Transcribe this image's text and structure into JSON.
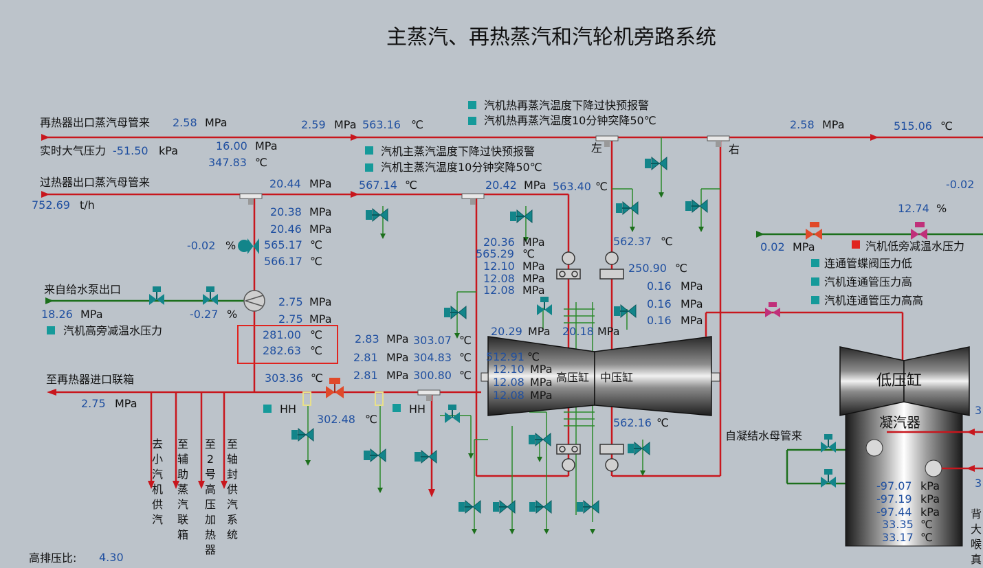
{
  "title": "主蒸汽、再热蒸汽和汽轮机旁路系统",
  "colors": {
    "background": "#bcc3ca",
    "steam_pipe": "#c8161d",
    "water_pipe": "#1c6f1c",
    "drain_pipe": "#2a8a2a",
    "value_text": "#1f4fa0",
    "alarm_teal": "#159a9a",
    "alarm_red": "#e0241f",
    "valve_teal": "#13858a",
    "valve_red": "#e04a2a",
    "valve_magenta": "#c0307a"
  },
  "icons": [
    "valve-icon",
    "pressure-reducing-valve-icon",
    "tee-header-icon",
    "pump-icon",
    "turbine-icon",
    "condenser-icon",
    "arrow-icon"
  ],
  "labels": {
    "reheat_source": "再热器出口蒸汽母管来",
    "atm_pressure": "实时大气压力",
    "superheat_source": "过热器出口蒸汽母管来",
    "feedwater_source": "来自给水泵出口",
    "to_reheater": "至再热器进口联箱",
    "condensate_source": "自凝结水母管来",
    "left": "左",
    "right": "右",
    "hp_cyl": "高压缸",
    "ip_cyl": "中压缸",
    "lp_cyl": "低压缸",
    "condenser": "凝汽器",
    "hh1": "HH",
    "hh2": "HH",
    "branch1": "去小汽机供汽",
    "branch2": "至辅助蒸汽联箱",
    "branch3": "至2号高压加热器",
    "branch4": "至轴封供汽系统",
    "ratio_label": "高排压比:",
    "ratio_value": "4.30",
    "back_pressure": "背大喉真"
  },
  "units": {
    "mpa": "MPa",
    "c": "℃",
    "kpa": "kPa",
    "th": "t/h",
    "pct": "%"
  },
  "alarms": {
    "a1": "汽机热再蒸汽温度下降过快预报警",
    "a2": "汽机热再蒸汽温度10分钟突降50℃",
    "a3": "汽机主蒸汽温度下降过快预报警",
    "a4": "汽机主蒸汽温度10分钟突降50℃",
    "a5": "汽机高旁减温水压力",
    "a6": "汽机低旁减温水压力",
    "a7": "连通管蝶阀压力低",
    "a8": "汽机连通管压力高",
    "a9": "汽机连通管压力高高"
  },
  "values": {
    "rh_src_p": "2.58",
    "atm_p": "-51.50",
    "p_16": "16.00",
    "t_347": "347.83",
    "rh_p": "2.59",
    "rh_t": "563.16",
    "rh_right_p": "2.58",
    "rh_right_t": "515.06",
    "right_edge_val": "-0.02",
    "ms_p1": "20.44",
    "ms_t1": "567.14",
    "ms_p2": "20.42",
    "ms_t2": "563.40",
    "flow": "752.69",
    "hb_p1": "20.38",
    "hb_p2": "20.46",
    "hb_t1": "565.17",
    "hb_t2": "566.17",
    "hb_pos": "-0.02",
    "fw_p": "18.26",
    "fw_pos": "-0.27",
    "hb_out_p1": "2.75",
    "hb_out_p2": "2.75",
    "hb_out_t1": "281.00",
    "hb_out_t2": "282.63",
    "crh_p1": "2.83",
    "crh_t1": "303.07",
    "crh_p2": "2.81",
    "crh_t2": "304.83",
    "crh_p3": "2.81",
    "crh_t3": "300.80",
    "crh_t": "303.36",
    "crh_out_p": "2.75",
    "crh_t4": "302.48",
    "hp_in_p1": "20.36",
    "hp_in_t": "565.29",
    "hp_p2": "12.10",
    "hp_p3": "12.08",
    "hp_p4": "12.08",
    "ip_t1": "562.37",
    "ip_t2": "250.90",
    "ip_p1": "0.16",
    "ip_p2": "0.16",
    "ip_p3": "0.16",
    "hp_stage_p1": "20.29",
    "hp_stage_p2": "20.18",
    "hp_t3": "512.91",
    "hp_p5": "12.10",
    "hp_p6": "12.08",
    "hp_p7": "12.08",
    "ip_t3": "562.16",
    "lb_pos": "12.74",
    "lb_water_p": "0.02",
    "cond_p1": "-97.07",
    "cond_p2": "-97.19",
    "cond_p3": "-97.44",
    "cond_t1": "33.35",
    "cond_t2": "33.17",
    "edge_3a": "3",
    "edge_3b": "3"
  }
}
